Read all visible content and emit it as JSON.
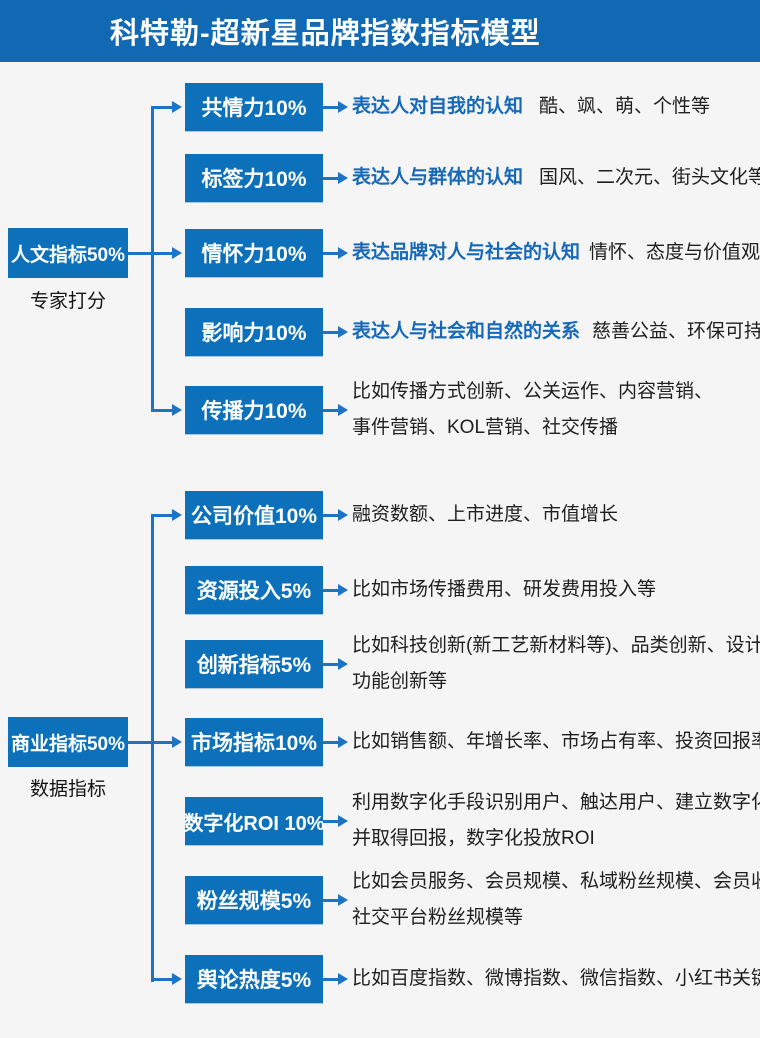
{
  "header": {
    "title": "科特勒-超新星品牌指数指标模型"
  },
  "colors": {
    "header_bg": "#1169b4",
    "node_bg": "#0c71ba",
    "connector": "#1d74c4",
    "highlight_text": "#1668b8",
    "body_text": "#1f1f1f",
    "page_bg": "#f5f5f6"
  },
  "groups": [
    {
      "parent": {
        "label": "人文指标50%",
        "sublabel": "专家打分"
      },
      "rows": [
        {
          "box": "共情力10%",
          "highlight": "表达人对自我的认知",
          "desc": "酷、飒、萌、个性等"
        },
        {
          "box": "标签力10%",
          "highlight": "表达人与群体的认知",
          "desc": "国风、二次元、街头文化等"
        },
        {
          "box": "情怀力10%",
          "highlight": "表达品牌对人与社会的认知",
          "desc": "情怀、态度与价值观"
        },
        {
          "box": "影响力10%",
          "highlight": "表达人与社会和自然的关系",
          "desc": "慈善公益、环保可持续"
        },
        {
          "box": "传播力10%",
          "line1": "比如传播方式创新、公关运作、内容营销、",
          "line2": "事件营销、KOL营销、社交传播"
        }
      ]
    },
    {
      "parent": {
        "label": "商业指标50%",
        "sublabel": "数据指标"
      },
      "rows": [
        {
          "box": "公司价值10%",
          "desc": "融资数额、上市进度、市值增长"
        },
        {
          "box": "资源投入5%",
          "desc": "比如市场传播费用、研发费用投入等"
        },
        {
          "box": "创新指标5%",
          "line1": "比如科技创新(新工艺新材料等)、品类创新、设计创新、",
          "line2": "功能创新等"
        },
        {
          "box": "市场指标10%",
          "desc": "比如销售额、年增长率、市场占有率、投资回报率等"
        },
        {
          "box": "数字化ROI 10%",
          "line1": "利用数字化手段识别用户、触达用户、建立数字化关系",
          "line2": "并取得回报，数字化投放ROI"
        },
        {
          "box": "粉丝规模5%",
          "line1": "比如会员服务、会员规模、私域粉丝规模、会员收入、",
          "line2": "社交平台粉丝规模等"
        },
        {
          "box": "舆论热度5%",
          "desc": "比如百度指数、微博指数、微信指数、小红书关键词数等"
        }
      ]
    }
  ]
}
